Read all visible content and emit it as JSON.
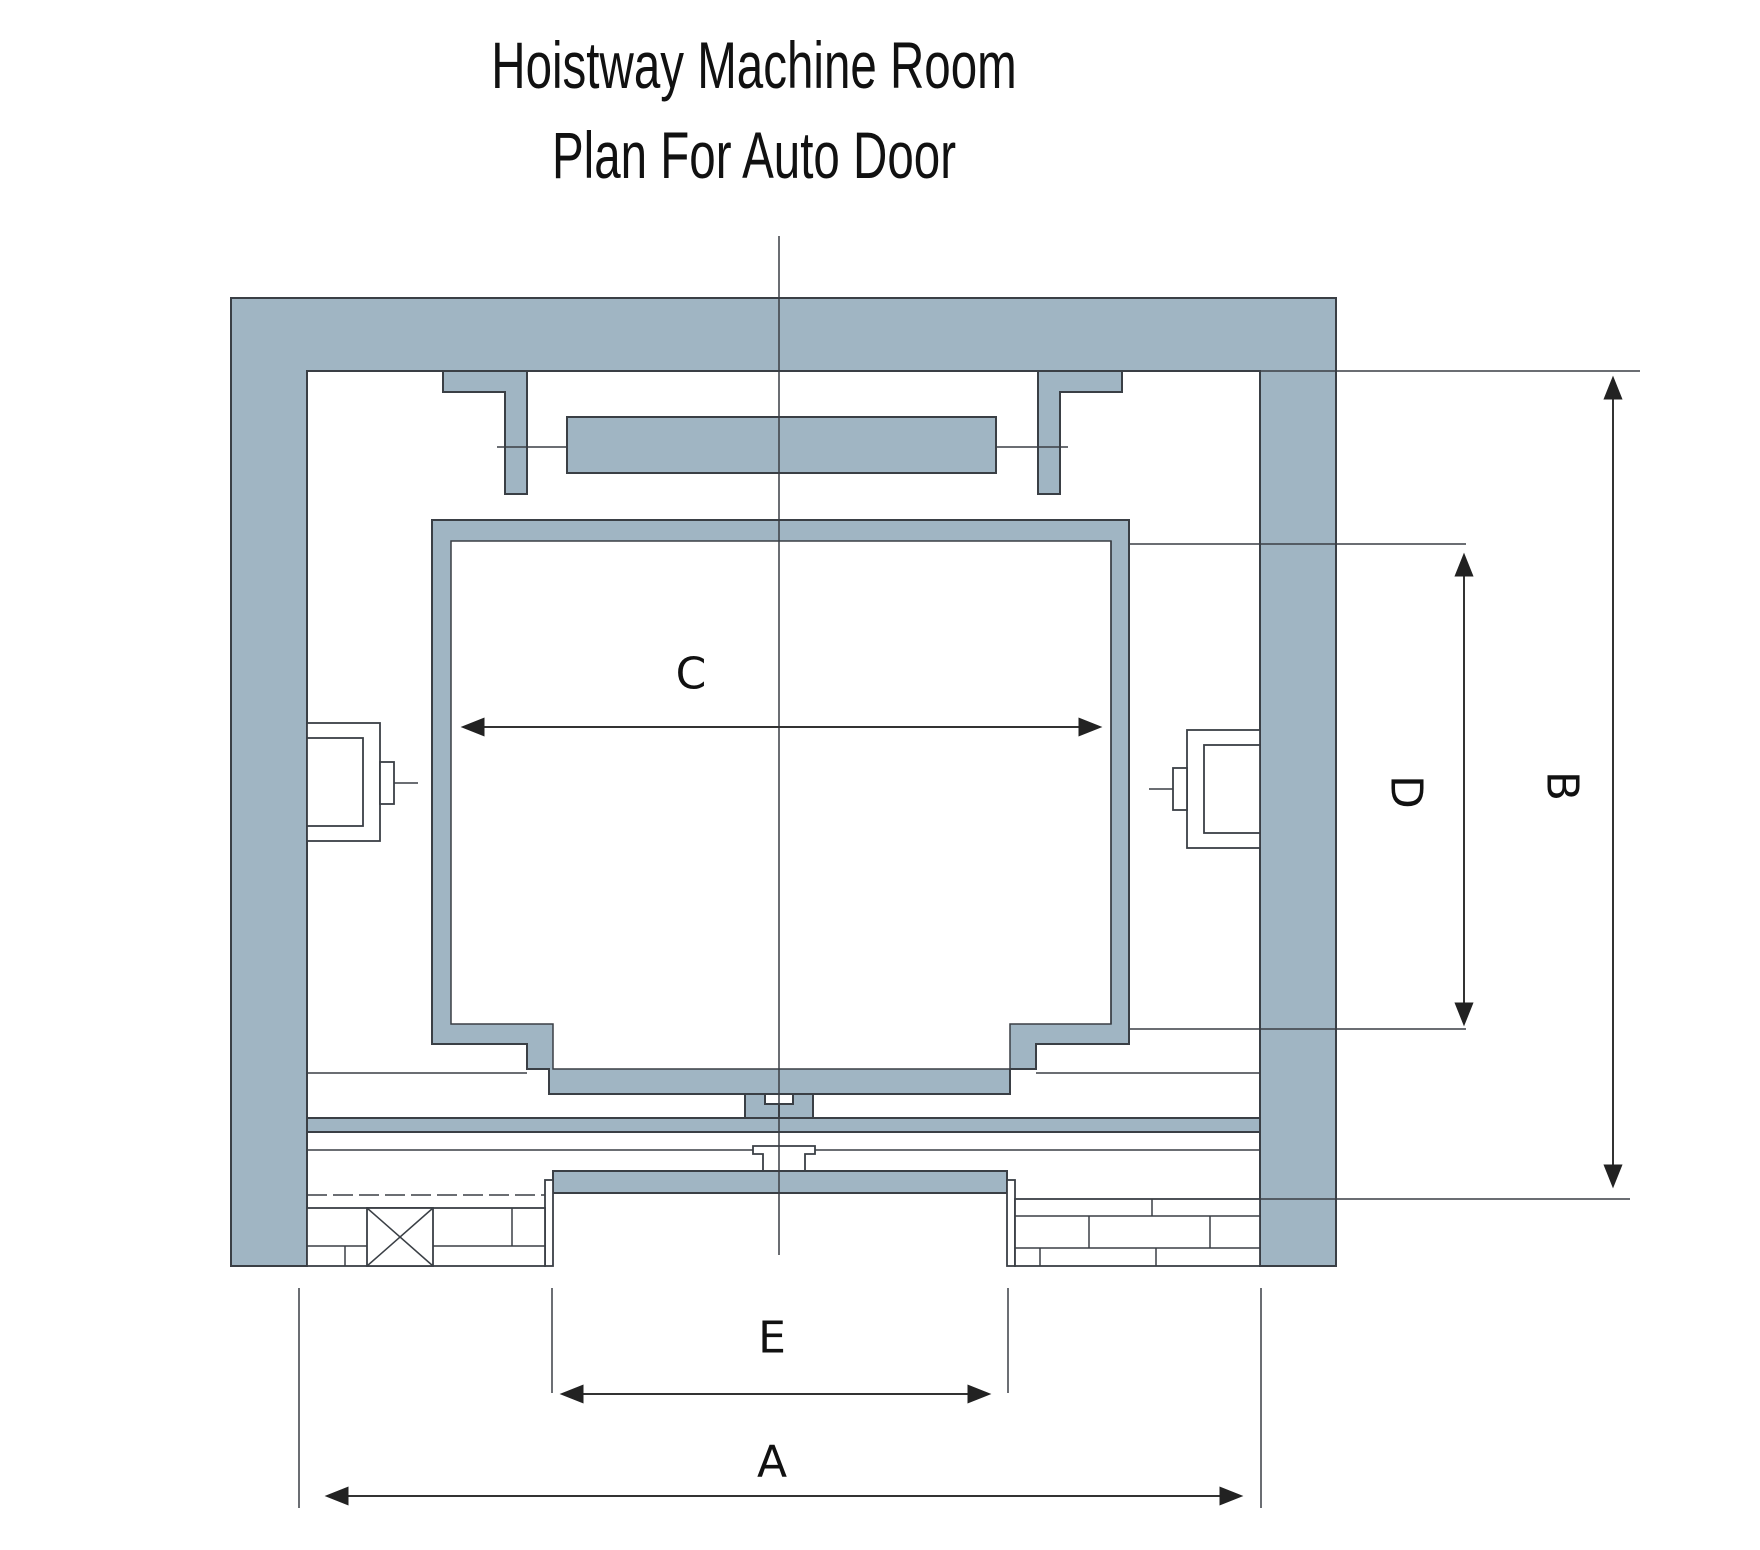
{
  "title": {
    "line1": "Hoistway Machine Room",
    "line2": "Plan For Auto Door"
  },
  "dimensions": {
    "A": "A",
    "B": "B",
    "C": "C",
    "D": "D",
    "E": "E"
  },
  "colors": {
    "wall": "#a0b5c3",
    "line": "#3a3f45"
  }
}
